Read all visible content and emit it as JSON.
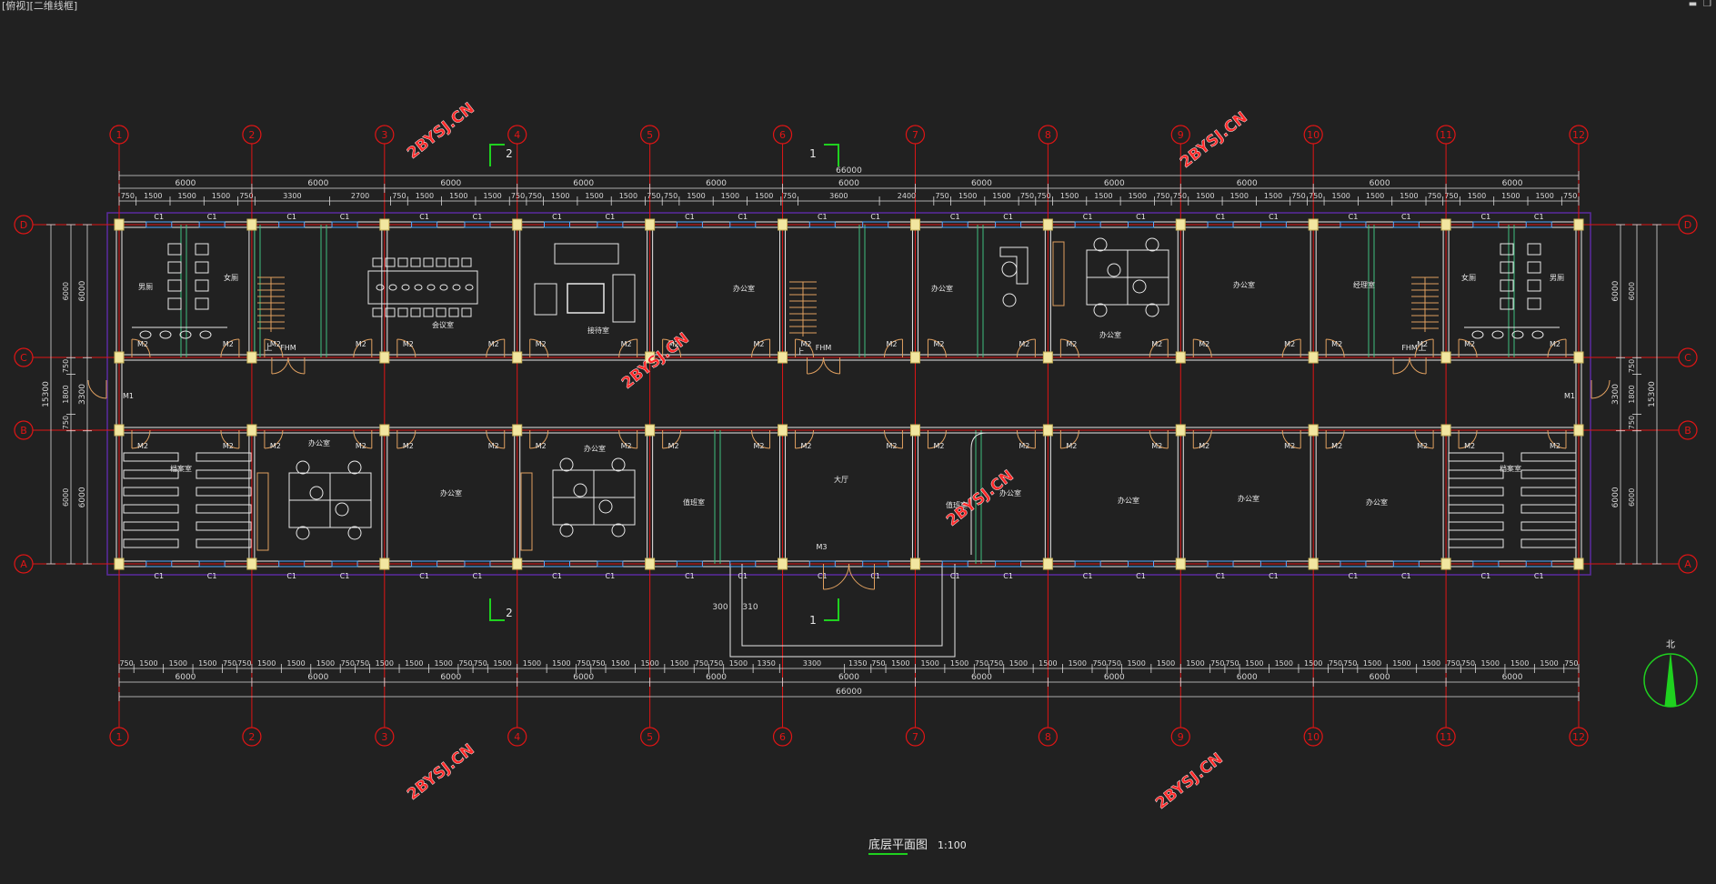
{
  "window": {
    "title": "[俯视][二维线框]",
    "minimize_icon": "minimize-icon",
    "restore_icon": "restore-icon"
  },
  "colors": {
    "background": "#212121",
    "axis": "#e01515",
    "wall": "#e8e8e8",
    "window": "#55aaff",
    "door": "#e0a060",
    "dim": "#d8d8d8",
    "section": "#1fd11f",
    "column": "#f2e6a0",
    "boundary": "#5a2aa0",
    "watermark": "#ff2a2a"
  },
  "grid": {
    "columns": [
      "1",
      "2",
      "3",
      "4",
      "5",
      "6",
      "7",
      "8",
      "9",
      "10",
      "11",
      "12"
    ],
    "rows": [
      "D",
      "C",
      "B",
      "A"
    ]
  },
  "dimensions": {
    "total": "66000",
    "bays": [
      "6000",
      "6000",
      "6000",
      "6000",
      "6000",
      "6000",
      "6000",
      "6000",
      "6000",
      "6000",
      "6000"
    ],
    "top_detail": [
      "750",
      "1500",
      "1500",
      "1500",
      "750",
      "3300",
      "2700",
      "750",
      "1500",
      "1500",
      "1500",
      "750",
      "750",
      "1500",
      "1500",
      "1500",
      "750",
      "750",
      "1500",
      "1500",
      "1500",
      "750",
      "3600",
      "2400",
      "750",
      "1500",
      "1500",
      "750",
      "750",
      "1500",
      "1500",
      "1500",
      "750",
      "750",
      "1500",
      "1500",
      "1500",
      "750",
      "750",
      "1500",
      "1500",
      "1500",
      "750",
      "750",
      "1500",
      "1500",
      "1500",
      "750"
    ],
    "bottom_detail": [
      "750",
      "1500",
      "1500",
      "1500",
      "750",
      "750",
      "1500",
      "1500",
      "1500",
      "750",
      "750",
      "1500",
      "1500",
      "1500",
      "750",
      "750",
      "1500",
      "1500",
      "1500",
      "750",
      "750",
      "1500",
      "1500",
      "1500",
      "750",
      "750",
      "1500",
      "1350",
      "3300",
      "1350",
      "750",
      "1500",
      "1500",
      "1500",
      "750",
      "750",
      "1500",
      "1500",
      "1500",
      "750",
      "750",
      "1500",
      "1500",
      "1500",
      "750",
      "750",
      "1500",
      "1500",
      "1500",
      "750",
      "750",
      "1500",
      "1500",
      "1500",
      "750",
      "750",
      "1500",
      "1500",
      "1500",
      "750"
    ],
    "side_total": "15300",
    "side_bays": [
      "6000",
      "3300",
      "6000"
    ],
    "side_detail": [
      "750",
      "1800",
      "750"
    ],
    "entrance": [
      "300",
      "310"
    ]
  },
  "section_marks": [
    "1",
    "1",
    "2",
    "2"
  ],
  "labels": {
    "window": "C1",
    "door": "M2",
    "door_main": "M3",
    "door_side": "M1",
    "fire_door": "FHM",
    "stairs_up": "上",
    "toilet_m": "男厕",
    "toilet_f": "女厕",
    "meeting": "会议室",
    "reception": "接待室",
    "office": "办公室",
    "lobby": "大厅",
    "duty": "值班室",
    "archive": "档案室",
    "manager": "经理室",
    "north": "北"
  },
  "title": {
    "text": "底层平面图",
    "scale": "1:100"
  },
  "watermark": "2BYSJ.CN"
}
